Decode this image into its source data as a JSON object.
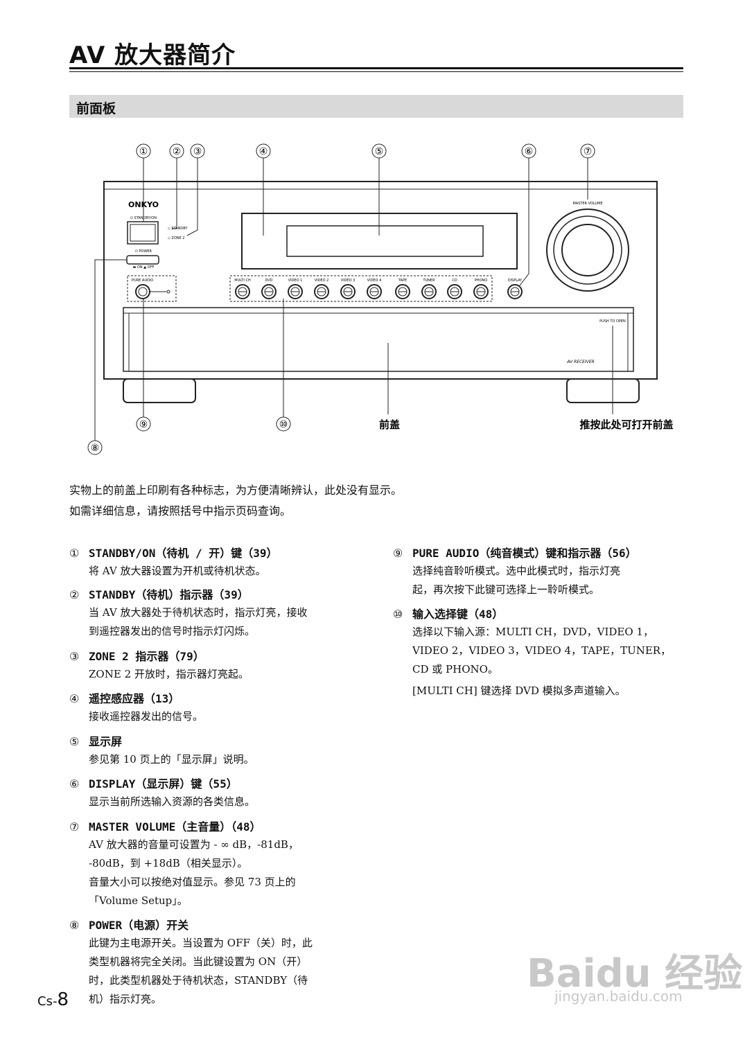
{
  "page_title": "AV 放大器简介",
  "section_title": "前面板",
  "callout_numbers": [
    "①",
    "②",
    "③",
    "④",
    "⑤",
    "⑥",
    "⑦",
    "⑧",
    "⑨",
    "⑩"
  ],
  "device": {
    "brand": "ONKYO",
    "standby_on_label": "⏻ STANDBY/ON",
    "standby_indicator": "◇ STANDBY",
    "zone2_indicator": "◇ ZONE 2",
    "power_label": "⏻ POWER",
    "power_onoff": "▬ ON ▲ OFF",
    "pure_audio": "PURE AUDIO",
    "input_buttons": [
      "MULTI CH",
      "DVD",
      "VIDEO 1",
      "VIDEO 2",
      "VIDEO 3",
      "VIDEO 4",
      "TAPE",
      "TUNER",
      "CD",
      "PHONO"
    ],
    "display_button": "DISPLAY",
    "master_volume": "MASTER VOLUME",
    "push_to_open": "PUSH TO OPEN",
    "av_receiver": "AV RECEIVER"
  },
  "diagram_labels": {
    "front_cover": "前盖",
    "push_open": "推按此处可打开前盖"
  },
  "intro_lines": [
    "实物上的前盖上印刷有各种标志，为方便清晰辨认，此处没有显示。",
    "如需详细信息，请按照括号中指示页码查询。"
  ],
  "items_left": [
    {
      "num": "①",
      "head": "STANDBY/ON（待机 / 开）键（39）",
      "body": [
        "将 AV 放大器设置为开机或待机状态。"
      ]
    },
    {
      "num": "②",
      "head": "STANDBY（待机）指示器（39）",
      "body": [
        "当 AV 放大器处于待机状态时，指示灯亮，接收",
        "到遥控器发出的信号时指示灯闪烁。"
      ]
    },
    {
      "num": "③",
      "head": "ZONE 2 指示器（79）",
      "body": [
        "ZONE 2 开放时，指示器灯亮起。"
      ]
    },
    {
      "num": "④",
      "head": "遥控感应器（13）",
      "body": [
        "接收遥控器发出的信号。"
      ]
    },
    {
      "num": "⑤",
      "head": "显示屏",
      "body": [
        "参见第 10 页上的「显示屏」说明。"
      ]
    },
    {
      "num": "⑥",
      "head": "DISPLAY（显示屏）键（55）",
      "body": [
        "显示当前所选输入资源的各类信息。"
      ]
    },
    {
      "num": "⑦",
      "head": "MASTER VOLUME（主音量）（48）",
      "body": [
        "AV 放大器的音量可设置为 - ∞ dB，-81dB，",
        "-80dB，到 +18dB（相关显示）。",
        "音量大小可以按绝对值显示。参见 73 页上的",
        "「Volume Setup」。"
      ]
    },
    {
      "num": "⑧",
      "head": "POWER（电源）开关",
      "body": [
        "此键为主电源开关。当设置为 OFF（关）时，此",
        "类型机器将完全关闭。当此键设置为 ON（开）",
        "时，此类型机器处于待机状态，STANDBY（待",
        "机）指示灯亮。"
      ]
    }
  ],
  "items_right": [
    {
      "num": "⑨",
      "head": "PURE AUDIO（纯音模式）键和指示器（56）",
      "body": [
        "选择纯音聆听模式。选中此模式时，指示灯亮",
        "起，再次按下此键可选择上一聆听模式。"
      ]
    },
    {
      "num": "⑩",
      "head": "输入选择键（48）",
      "body": [
        "选择以下输入源：MULTI CH，DVD，VIDEO 1，",
        "VIDEO 2，VIDEO 3，VIDEO 4，TAPE，TUNER，",
        "CD 或 PHONO。",
        "[MULTI CH] 键选择 DVD 模拟多声道输入。"
      ]
    }
  ],
  "page_number_prefix": "Cs-",
  "page_number": "8",
  "watermark": "Baidu 经验",
  "watermark_url": "jingyan.baidu.com"
}
